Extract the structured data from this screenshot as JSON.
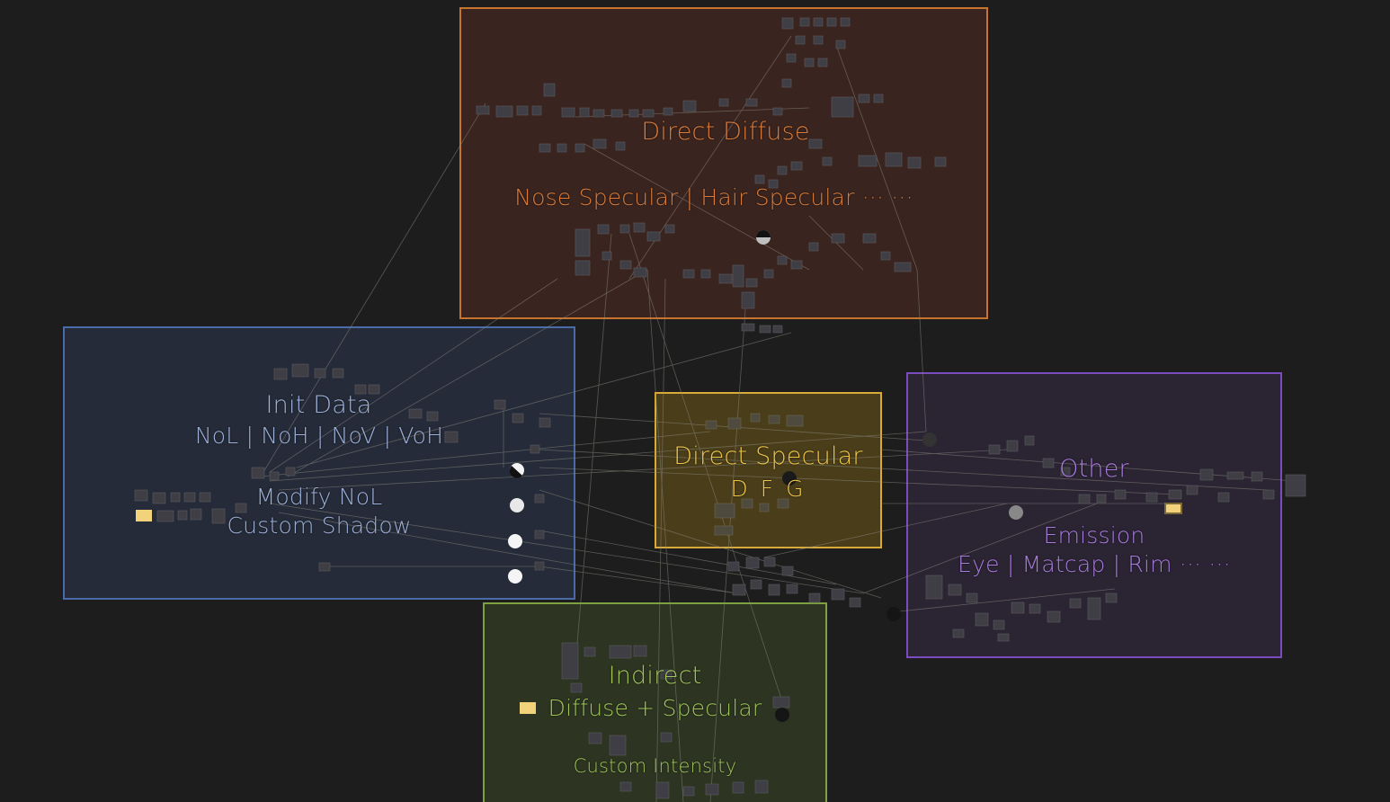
{
  "graph": {
    "background": "#1d1d1d",
    "wire_color": "#8a8a80",
    "groups": [
      {
        "id": "direct-diffuse",
        "title": "Direct Diffuse",
        "subtitle": "Nose Specular | Hair Specular ··· ···",
        "border_color": "#c8742e",
        "fill_color": "#3a241f",
        "text_color": "#d97c3b"
      },
      {
        "id": "init-data",
        "title": "Init Data",
        "subtitle": "NoL | NoH | NoV | VoH",
        "note_1": "Modify NoL",
        "note_2": "Custom Shadow",
        "border_color": "#4a6aa8",
        "fill_color": "#252b38",
        "text_color": "#9db0d8"
      },
      {
        "id": "direct-specular",
        "title": "Direct Specular",
        "subtitle": "D F G",
        "border_color": "#d9a93a",
        "fill_color": "#4a3e1a",
        "text_color": "#f0c64a"
      },
      {
        "id": "other",
        "title": "Other",
        "subtitle": "Emission",
        "note_1": "Eye | Matcap | Rim ··· ···",
        "border_color": "#7a4cc0",
        "fill_color": "#2b2433",
        "text_color": "#a77cdc"
      },
      {
        "id": "indirect",
        "title": "Indirect",
        "subtitle": "Diffuse + Specular",
        "note_1": "Custom Intensity",
        "border_color": "#7fa040",
        "fill_color": "#2d3421",
        "text_color": "#9ec45a"
      }
    ]
  }
}
